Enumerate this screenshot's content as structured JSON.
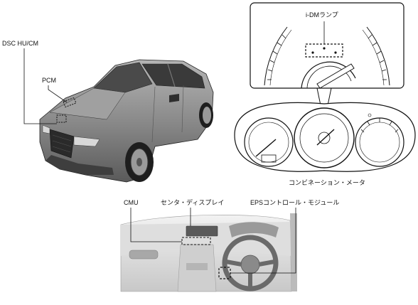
{
  "labels": {
    "dsc": "DSC HU/CM",
    "pcm": "PCM",
    "idm": "i-DMランプ",
    "cluster": "コンビネーション・メータ",
    "cmu": "CMU",
    "center_display": "センタ・ディスプレイ",
    "eps": "EPSコントロール・モジュール"
  },
  "colors": {
    "line": "#111111",
    "car_body": "#8c8c8c",
    "car_dark": "#3a3a3a",
    "dash_light": "#e8e8e8",
    "dash_mid": "#bdbdbd"
  }
}
